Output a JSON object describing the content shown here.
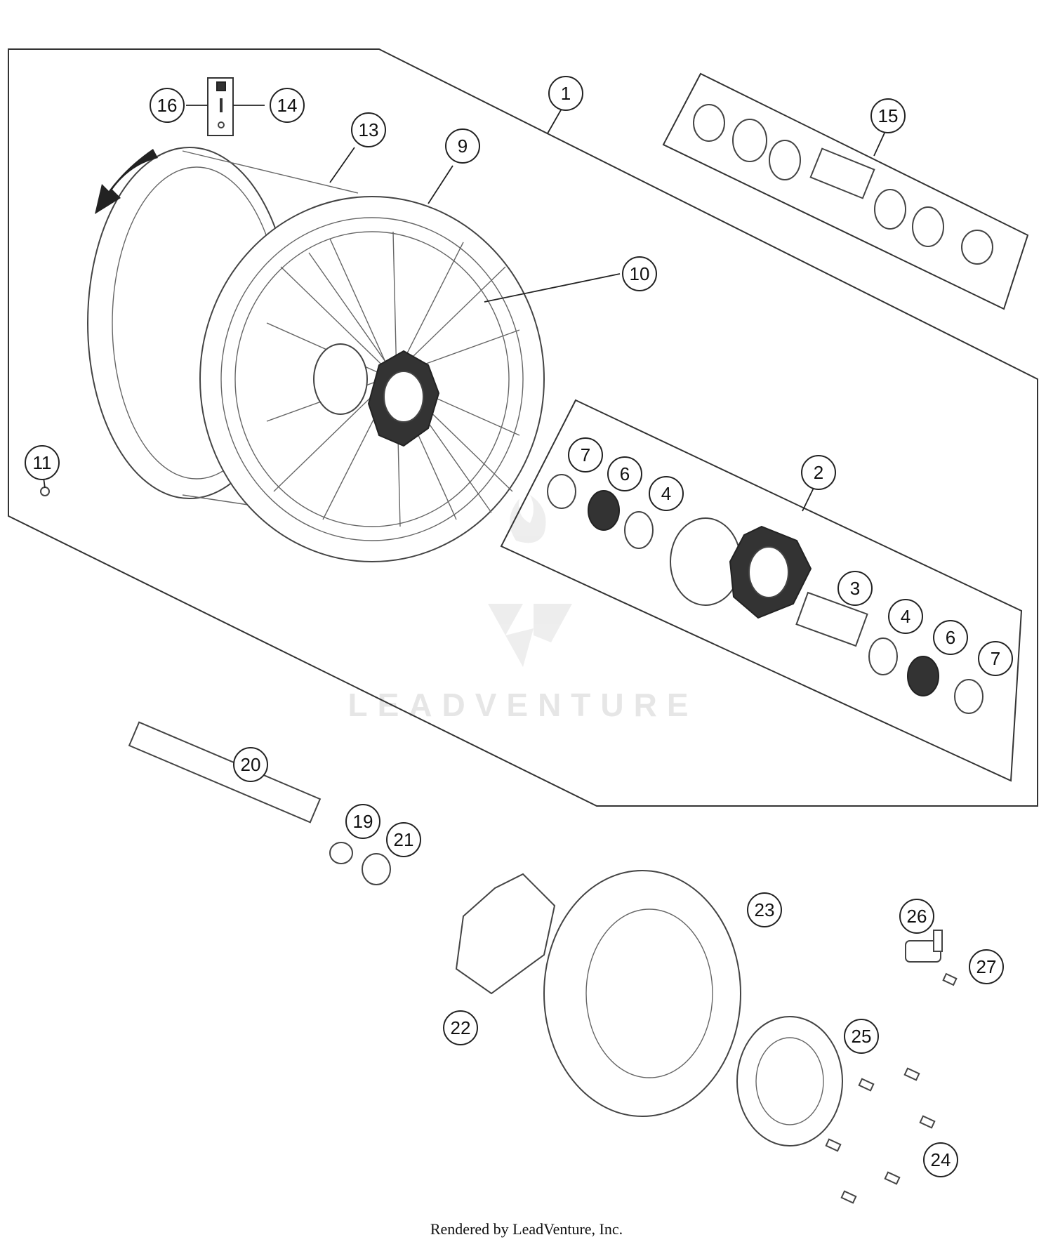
{
  "callouts": [
    "1",
    "2",
    "3",
    "4",
    "4",
    "6",
    "6",
    "7",
    "7",
    "9",
    "10",
    "11",
    "13",
    "14",
    "15",
    "16",
    "19",
    "20",
    "21",
    "22",
    "23",
    "24",
    "25",
    "26",
    "27"
  ],
  "watermark": "LEADVENTURE",
  "footer": "Rendered by LeadVenture, Inc."
}
